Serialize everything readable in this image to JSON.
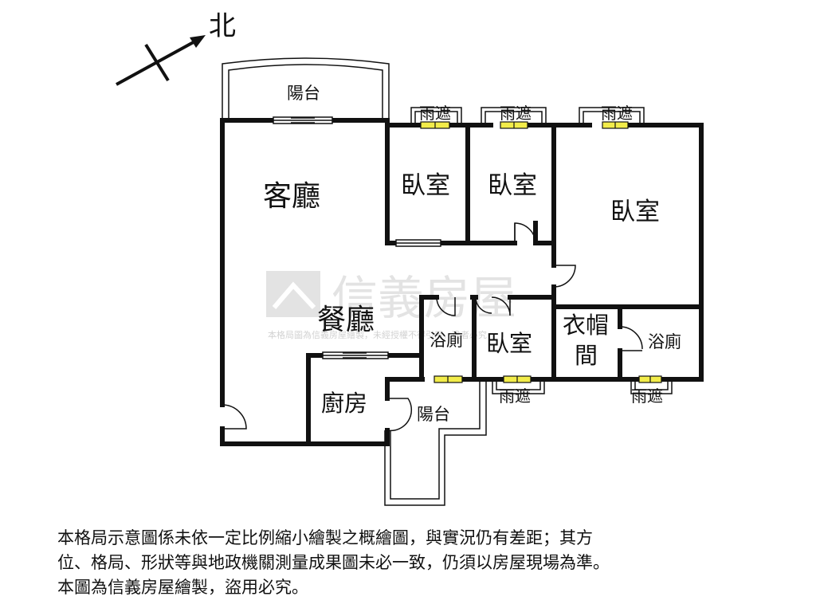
{
  "compass": {
    "north_label": "北"
  },
  "rooms": {
    "balcony_top": "陽台",
    "living_room": "客廳",
    "bedroom_1": "臥室",
    "bedroom_2": "臥室",
    "master_bedroom": "臥室",
    "dining_room": "餐廳",
    "bathroom_1": "浴廁",
    "bedroom_small": "臥室",
    "closet_1": "衣帽",
    "closet_2": "間",
    "bathroom_2": "浴廁",
    "kitchen": "廚房",
    "balcony_bottom": "陽台"
  },
  "awnings": {
    "bedroom_1": "雨遮",
    "bedroom_2": "雨遮",
    "master_bedroom": "雨遮",
    "bedroom_small": "雨遮",
    "bathroom_2": "雨遮"
  },
  "watermark": {
    "brand": "信義房屋",
    "small_text": "本格局圖為信義房屋繪製，未經授權不得引用，違者必究"
  },
  "disclaimer": {
    "line1": "本格局示意圖係未依一定比例縮小繪製之概繪圖，與實況仍有差距；其方",
    "line2": "位、格局、形狀等與地政機關測量成果圖未必一致，仍須以房屋現場為準。",
    "line3": "本圖為信義房屋繪製，盜用必究。"
  },
  "colors": {
    "wall": "#111111",
    "window_fill": "#f2ec4a",
    "watermark": "#e3e3e3"
  }
}
